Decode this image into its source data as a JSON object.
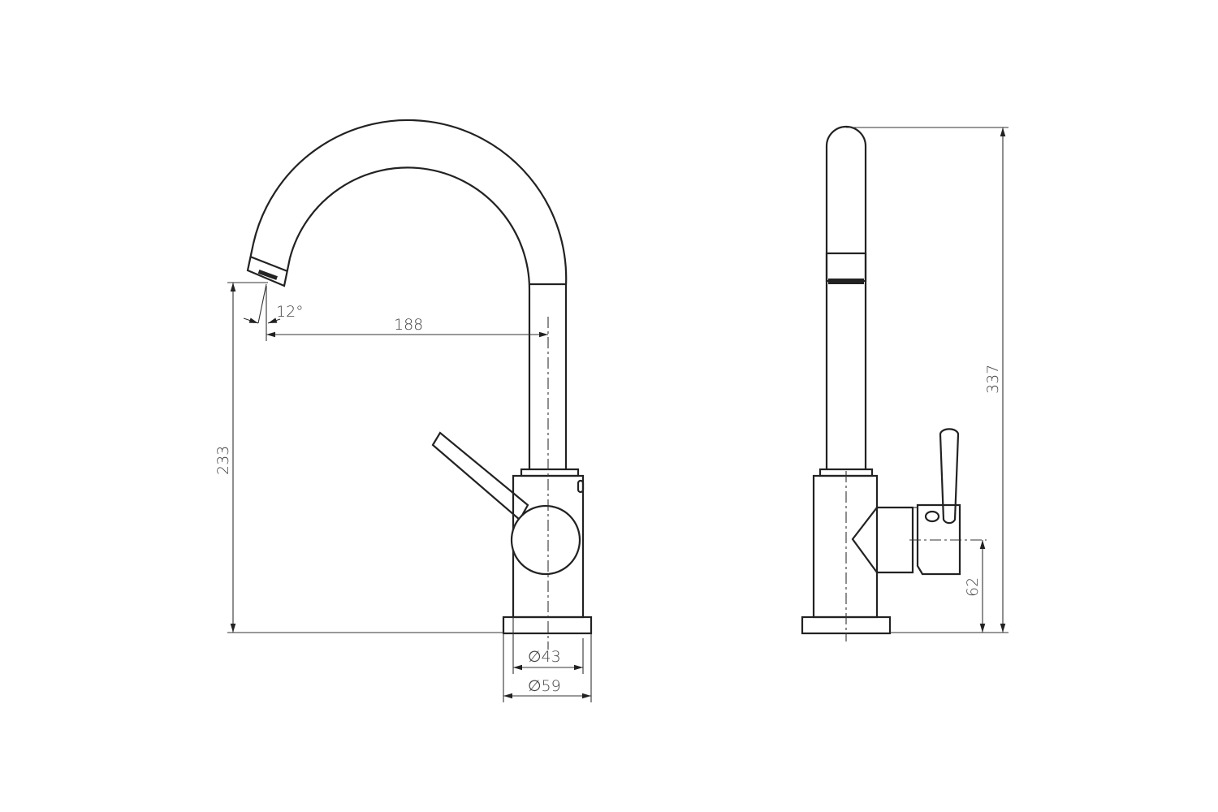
{
  "drawing": {
    "front_view": {
      "spout_reach": "188",
      "height_to_spout": "233",
      "spout_angle": "12°",
      "body_diameter": "∅43",
      "base_diameter": "∅59"
    },
    "side_view": {
      "total_height": "337",
      "handle_height": "62"
    }
  }
}
